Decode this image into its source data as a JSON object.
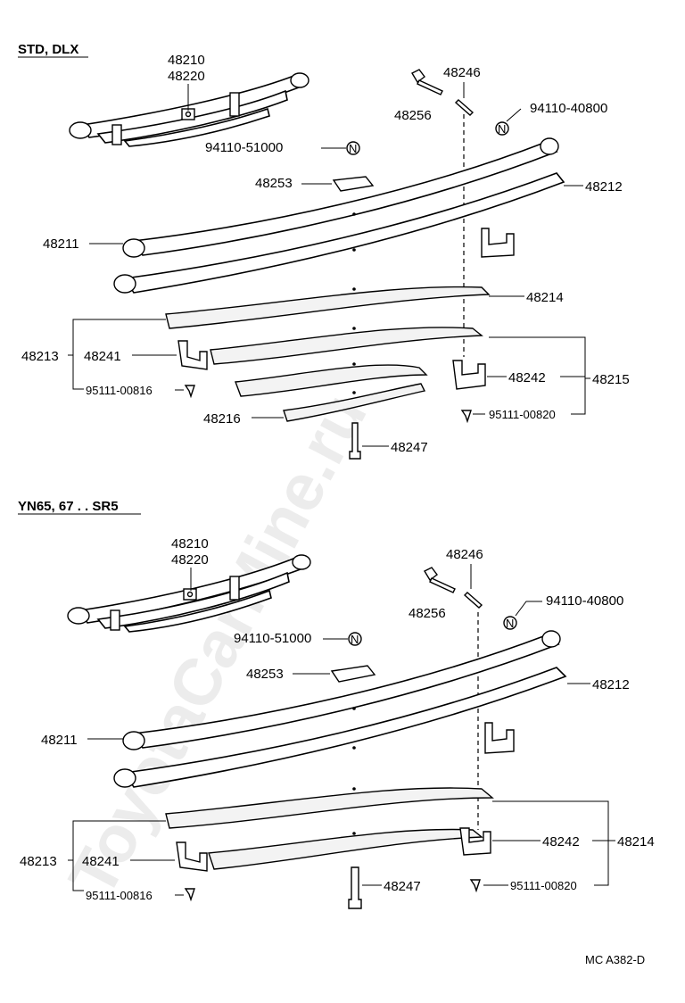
{
  "watermark": "ToyotaCarMine.ru",
  "figure_code": "MC A382-D",
  "sections": [
    {
      "header": "STD, DLX",
      "labels": {
        "p48210": "48210",
        "p48220": "48220",
        "p48246": "48246",
        "p48256": "48256",
        "p94110_40800": "94110-40800",
        "p94110_51000": "94110-51000",
        "p48253": "48253",
        "p48212": "48212",
        "p48211": "48211",
        "p48214": "48214",
        "p48213": "48213",
        "p48241": "48241",
        "p48242": "48242",
        "p48215": "48215",
        "p95111_00816": "95111-00816",
        "p95111_00820": "95111-00820",
        "p48216": "48216",
        "p48247": "48247"
      }
    },
    {
      "header": "YN65, 67 . . SR5",
      "labels": {
        "p48210": "48210",
        "p48220": "48220",
        "p48246": "48246",
        "p48256": "48256",
        "p94110_40800": "94110-40800",
        "p94110_51000": "94110-51000",
        "p48253": "48253",
        "p48212": "48212",
        "p48211": "48211",
        "p48213": "48213",
        "p48241": "48241",
        "p48242": "48242",
        "p48214": "48214",
        "p48247": "48247",
        "p95111_00816": "95111-00816",
        "p95111_00820": "95111-00820"
      }
    }
  ]
}
